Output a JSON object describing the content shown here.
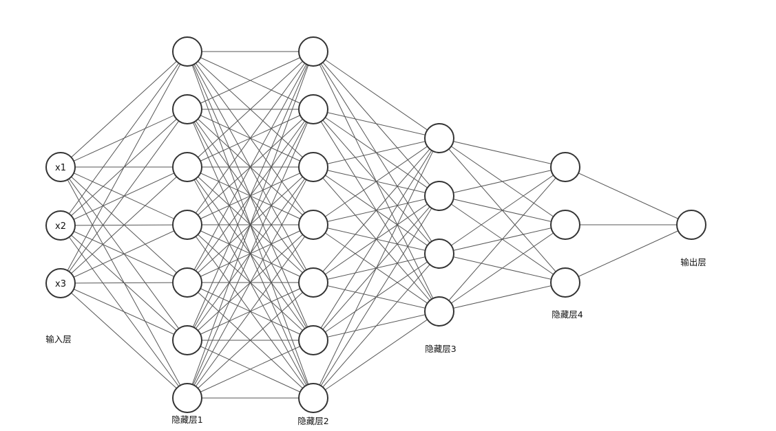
{
  "diagram": {
    "type": "fully-connected neural network",
    "colors": {
      "background": "#ffffff",
      "node_stroke": "#333333",
      "node_fill": "#ffffff",
      "edge": "#555555",
      "text": "#111111"
    },
    "layers": [
      {
        "id": "input",
        "label": "输入层",
        "nodes": 3,
        "node_labels": [
          "x1",
          "x2",
          "x3"
        ]
      },
      {
        "id": "hidden1",
        "label": "隐藏层1",
        "nodes": 7,
        "node_labels": []
      },
      {
        "id": "hidden2",
        "label": "隐藏层2",
        "nodes": 7,
        "node_labels": []
      },
      {
        "id": "hidden3",
        "label": "隐藏层3",
        "nodes": 4,
        "node_labels": []
      },
      {
        "id": "hidden4",
        "label": "隐藏层4",
        "nodes": 3,
        "node_labels": []
      },
      {
        "id": "output",
        "label": "输出层",
        "nodes": 1,
        "node_labels": []
      }
    ],
    "connectivity": "fully-connected between adjacent layers"
  }
}
